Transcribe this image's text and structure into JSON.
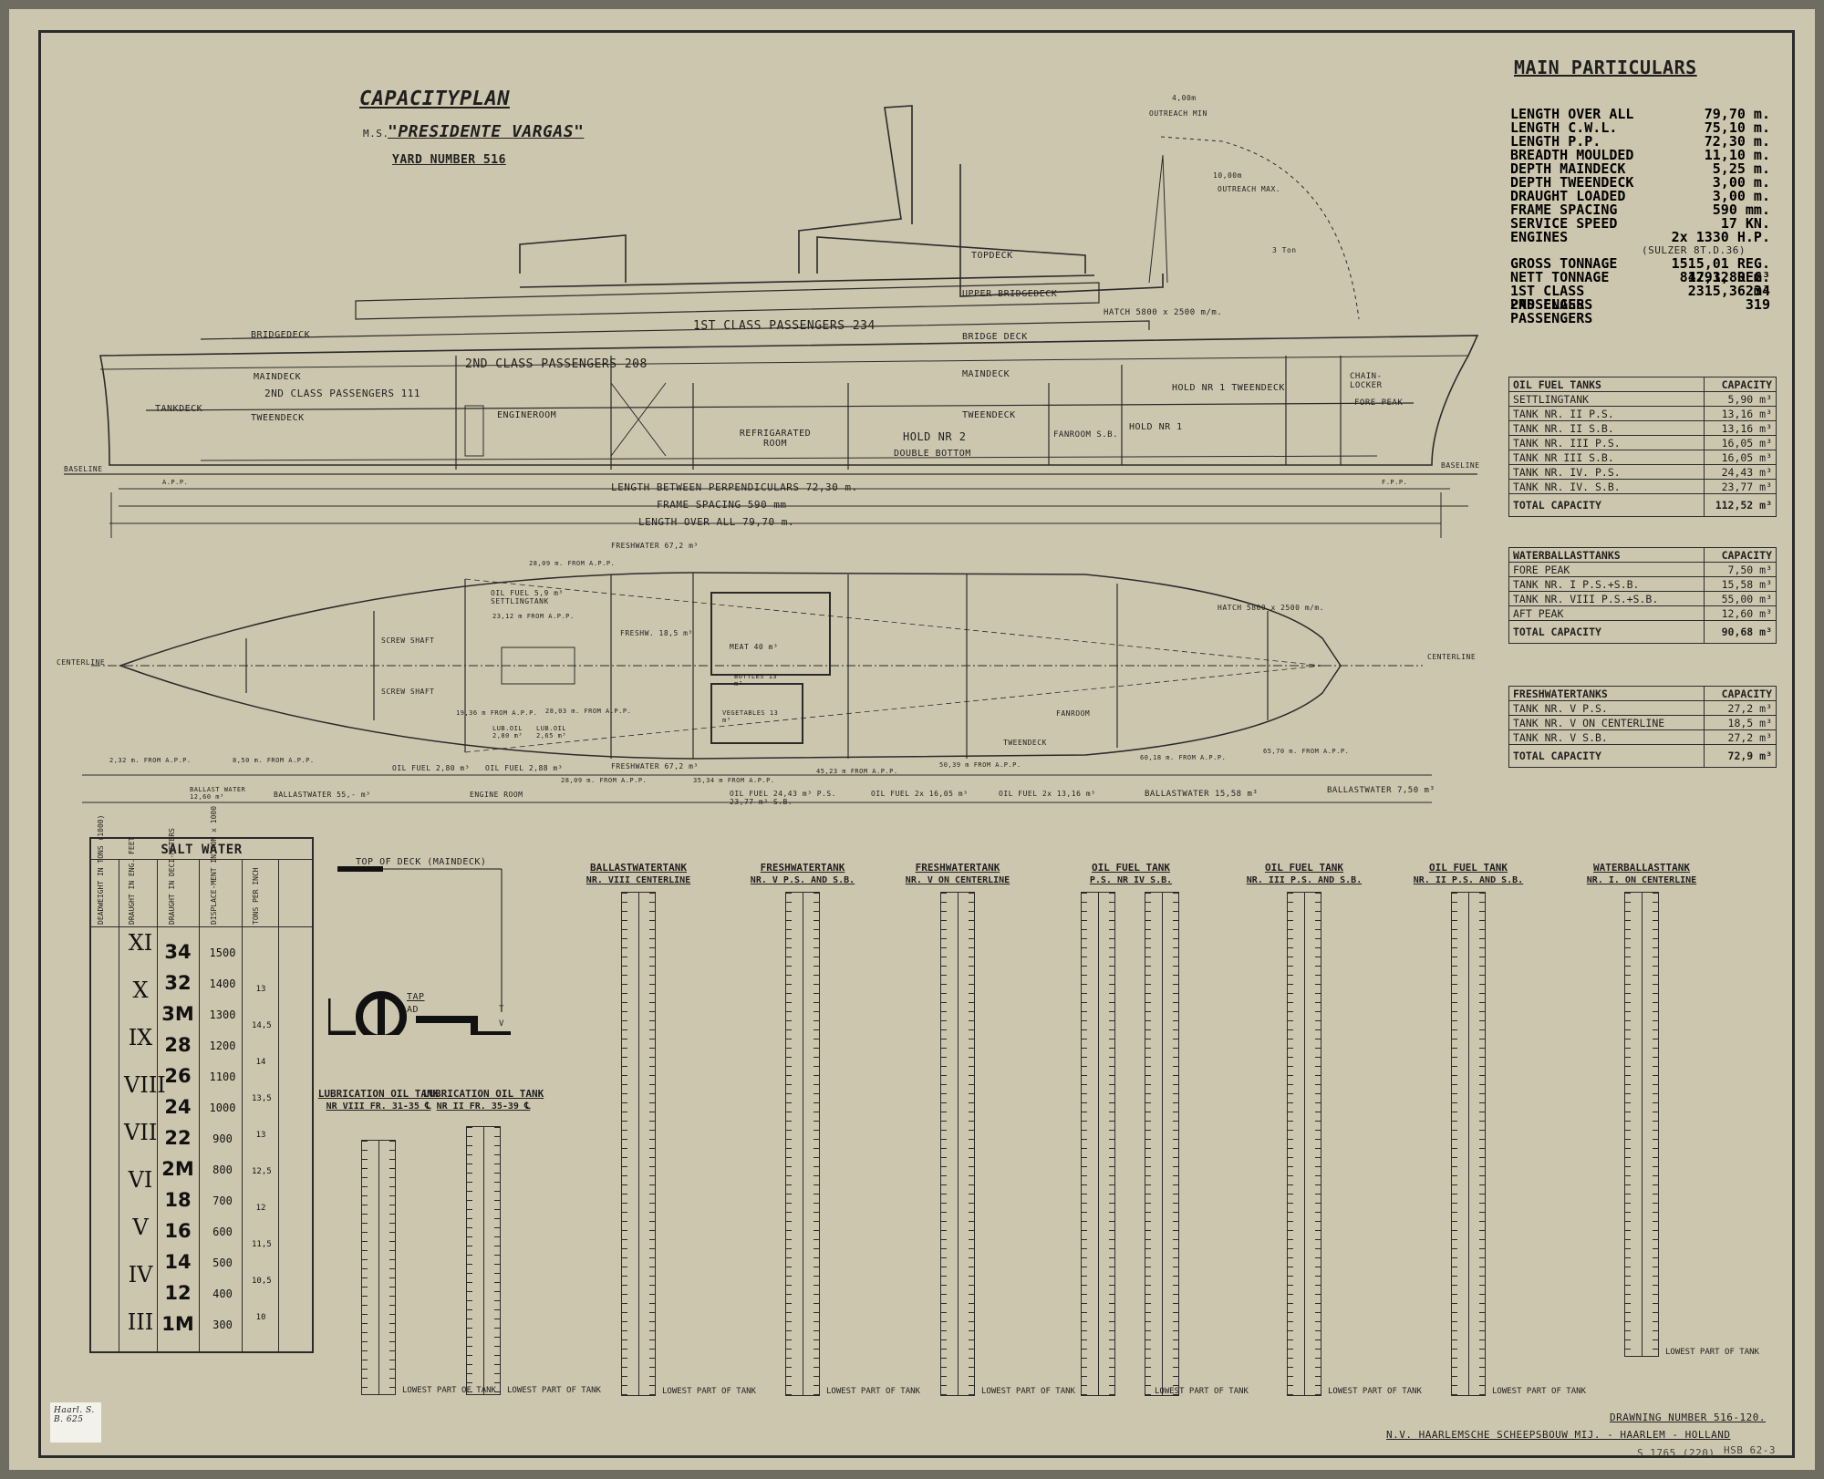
{
  "title": {
    "line1": "CAPACITYPLAN",
    "ship_prefix": "M.S.",
    "ship_name": "\"PRESIDENTE VARGAS\"",
    "yard": "YARD NUMBER 516"
  },
  "main_particulars": {
    "heading": "MAIN PARTICULARS",
    "rows": [
      {
        "label": "LENGTH OVER ALL",
        "value": "79,70 m."
      },
      {
        "label": "LENGTH C.W.L.",
        "value": "75,10 m."
      },
      {
        "label": "LENGTH P.P.",
        "value": "72,30 m."
      },
      {
        "label": "BREADTH MOULDED",
        "value": "11,10 m."
      },
      {
        "label": "DEPTH MAINDECK",
        "value": "5,25 m."
      },
      {
        "label": "DEPTH TWEENDECK",
        "value": "3,00 m."
      },
      {
        "label": "DRAUGHT LOADED",
        "value": "3,00 m."
      },
      {
        "label": "FRAME SPACING",
        "value": "590 mm."
      },
      {
        "label": "SERVICE SPEED",
        "value": "17 KN."
      },
      {
        "label": "ENGINES",
        "value": "2x 1330 H.P."
      }
    ],
    "engine_note": "(SULZER 8T.D.36)",
    "rows2": [
      {
        "label": "GROSS TONNAGE",
        "value": "1515,01 REG. 4291,80 m³"
      },
      {
        "label": "NETT TONNAGE",
        "value": "817,32 REG. 2315,36 m³"
      },
      {
        "label": "1ST CLASS PASSENGERS",
        "value": "234"
      },
      {
        "label": "2ND CLASS PASSENGERS",
        "value": "319"
      }
    ]
  },
  "oil_fuel_tanks": {
    "header": [
      "OIL FUEL TANKS",
      "CAPACITY"
    ],
    "rows": [
      [
        "SETTLINGTANK",
        "5,90 m³"
      ],
      [
        "TANK NR. II P.S.",
        "13,16 m³"
      ],
      [
        "TANK NR. II S.B.",
        "13,16 m³"
      ],
      [
        "TANK NR. III P.S.",
        "16,05 m³"
      ],
      [
        "TANK NR III S.B.",
        "16,05 m³"
      ],
      [
        "TANK NR. IV. P.S.",
        "24,43 m³"
      ],
      [
        "TANK NR. IV. S.B.",
        "23,77 m³"
      ]
    ],
    "total": [
      "TOTAL CAPACITY",
      "112,52 m³"
    ]
  },
  "waterballast_tanks": {
    "header": [
      "WATERBALLASTTANKS",
      "CAPACITY"
    ],
    "rows": [
      [
        "FORE PEAK",
        "7,50 m³"
      ],
      [
        "TANK NR. I P.S.+S.B.",
        "15,58 m³"
      ],
      [
        "TANK NR. VIII P.S.+S.B.",
        "55,00 m³"
      ],
      [
        "AFT PEAK",
        "12,60 m³"
      ]
    ],
    "total": [
      "TOTAL CAPACITY",
      "90,68 m³"
    ]
  },
  "freshwater_tanks": {
    "header": [
      "FRESHWATERTANKS",
      "CAPACITY"
    ],
    "rows": [
      [
        "TANK NR. V P.S.",
        "27,2 m³"
      ],
      [
        "TANK NR. V ON CENTERLINE",
        "18,5 m³"
      ],
      [
        "TANK NR. V S.B.",
        "27,2 m³"
      ]
    ],
    "total": [
      "TOTAL CAPACITY",
      "72,9 m³"
    ]
  },
  "profile": {
    "labels": {
      "topdeck": "TOPDECK",
      "upper_bridgedeck": "UPPER BRIDGEDECK",
      "first_class": "1ST CLASS PASSENGERS 234",
      "bridgedeck_aft": "BRIDGEDECK",
      "bridge_deck": "BRIDGE DECK",
      "second_class_208": "2ND CLASS PASSENGERS 208",
      "maindeck_aft": "MAINDECK",
      "maindeck": "MAINDECK",
      "tankdeck": "TANKDECK",
      "second_class_111": "2ND CLASS PASSENGERS 111",
      "tweendeck_aft": "TWEENDECK",
      "engineroom": "ENGINEROOM",
      "refrigerated": "REFRIGARATED ROOM",
      "hold2": "HOLD NR 2",
      "double_bottom": "DOUBLE BOTTOM",
      "tweendeck": "TWEENDECK",
      "fanroom": "FANROOM S.B.",
      "hold1": "HOLD NR 1",
      "hold1_tween": "HOLD NR 1 TWEENDECK",
      "chain_locker": "CHAIN- LOCKER",
      "fore_peak": "FORE PEAK",
      "hatch": "HATCH 5800 x 2500 m/m.",
      "outreach_min": "OUTREACH MIN",
      "outreach_max": "OUTREACH MAX.",
      "outreach_min_val": "4,00m",
      "outreach_max_val": "10,00m",
      "ton": "3 Ton",
      "baseline": "BASELINE",
      "baseline_r": "BASELINE",
      "lbp": "LENGTH BETWEEN PERPENDICULARS 72,30 m.",
      "frame_spacing": "FRAME SPACING 590 mm",
      "loa": "LENGTH OVER ALL 79,70 m.",
      "app": "A.P.P.",
      "fpp": "F.P.P."
    }
  },
  "plan": {
    "labels": {
      "centerline_l": "CENTERLINE",
      "centerline_r": "CENTERLINE",
      "freshwater_top": "FRESHWATER 67,2 m³",
      "freshwater_bot": "FRESHWATER 67,2 m³",
      "oil_fuel_settling": "OIL FUEL 5,9 m³ SETTLINGTANK",
      "screw_shaft_1": "SCREW SHAFT",
      "screw_shaft_2": "SCREW SHAFT",
      "freshw": "FRESHW. 18,5 m³",
      "meat": "MEAT 40 m³",
      "bottles": "BOTTLES 13 m³",
      "vegetables": "VEGETABLES 13 m³",
      "hatch": "HATCH 5800 x 2500 m/m.",
      "fanroom": "FANROOM",
      "tweendeck": "TWEENDECK",
      "from_app_1": "28,09 m. FROM A.P.P.",
      "from_app_2": "23,12 m FROM A.P.P.",
      "from_app_3": "19,36 m FROM A.P.P.",
      "from_app_4": "28,03 m. FROM A.P.P.",
      "from_app_5": "2,32 m. FROM A.P.P.",
      "from_app_6": "8,50 m. FROM A.P.P.",
      "from_app_7": "28,09 m. FROM A.P.P.",
      "from_app_8": "35,34 m FROM A.P.P.",
      "from_app_9": "45,23 m FROM A.P.P.",
      "from_app_10": "50,39 m FROM A.P.P.",
      "from_app_11": "60,18 m. FROM A.P.P.",
      "from_app_12": "65,70 m. FROM A.P.P.",
      "lub_oil_1": "LUB.OIL 2,80 m³",
      "lub_oil_2": "LUB.OIL 2,65 m³",
      "oil_fuel_a": "OIL FUEL 2,80 m³",
      "oil_fuel_b": "OIL FUEL 2,88 m³",
      "ballast": "BALLAST WATER 12,60 m³",
      "ballastwater_55": "BALLASTWATER 55,- m³",
      "engineroom": "ENGINE ROOM",
      "oil_fuel_ps": "OIL FUEL 24,43 m³ P.S. 23,77 m³ S.B.",
      "oil_fuel_16": "OIL FUEL 2x 16,05 m³",
      "oil_fuel_13": "OIL FUEL 2x 13,16 m³",
      "ballastwater_1558": "BALLASTWATER 15,58 m³",
      "ballastwater_750": "BALLASTWATER 7,50 m³"
    }
  },
  "salt_water": {
    "title": "SALT WATER",
    "headers": [
      "DEADWEIGHT IN TONS (1000)",
      "DRAUGHT IN ENG. FEET",
      "DRAUGHT IN DECI-METERS",
      "DISPLACE-MENT IN TON x 1000",
      "TONS PER INCH"
    ],
    "roman": [
      "XI",
      "X",
      "IX",
      "VIII",
      "VII",
      "VI",
      "V",
      "IV",
      "III"
    ],
    "draught": [
      "34",
      "32",
      "3M",
      "28",
      "26",
      "24",
      "22",
      "2M",
      "18",
      "16",
      "14",
      "12",
      "1M"
    ],
    "tons": [
      "1500",
      "1400",
      "1300",
      "1200",
      "1100",
      "1000",
      "900",
      "800",
      "700",
      "600",
      "500",
      "400",
      "300"
    ],
    "tpi": [
      "13",
      "14,5",
      "14",
      "13,5",
      "13",
      "12,5",
      "12",
      "11,5",
      "10,5",
      "10"
    ]
  },
  "deck_legend": {
    "top_of_deck": "TOP OF DECK (MAINDECK)",
    "tap": "TAP",
    "ad": "AD",
    "t": "T",
    "v": "V"
  },
  "gauges": [
    {
      "title": "LUBRICATION OIL TANK",
      "sub": "NR VIII FR. 31-35 ℄",
      "lowest": "LOWEST PART OF TANK"
    },
    {
      "title": "LUBRICATION OIL TANK",
      "sub": "NR II FR. 35-39 ℄",
      "lowest": "LOWEST PART OF TANK"
    },
    {
      "title": "BALLASTWATERTANK",
      "sub": "NR. VIII CENTERLINE",
      "lowest": "LOWEST PART OF TANK"
    },
    {
      "title": "FRESHWATERTANK",
      "sub": "NR. V P.S. AND S.B.",
      "lowest": "LOWEST PART OF TANK"
    },
    {
      "title": "FRESHWATERTANK",
      "sub": "NR. V ON CENTERLINE",
      "lowest": "LOWEST PART OF TANK"
    },
    {
      "title": "OIL FUEL TANK",
      "sub": "P.S. NR IV S.B.",
      "lowest": "LOWEST PART OF TANK"
    },
    {
      "title": "OIL FUEL TANK",
      "sub": "NR. III P.S. AND S.B.",
      "lowest": "LOWEST PART OF TANK"
    },
    {
      "title": "OIL FUEL TANK",
      "sub": "NR. II P.S. AND S.B.",
      "lowest": "LOWEST PART OF TANK"
    },
    {
      "title": "WATERBALLASTTANK",
      "sub": "NR. I. ON CENTERLINE",
      "lowest": "LOWEST PART OF TANK"
    }
  ],
  "footer": {
    "drawing_number": "DRAWNING NUMBER 516-120.",
    "company": "N.V. HAARLEMSCHE SCHEEPSBOUW MIJ. - HAARLEM - HOLLAND",
    "stamp_left": "Haarl. S. B. 625",
    "ref1": "S 1765 (220)",
    "ref2": "HSB 62-3"
  },
  "colors": {
    "paper": "#cdc6ae",
    "ink": "#1f1f1f",
    "frame": "#6f6d62"
  }
}
